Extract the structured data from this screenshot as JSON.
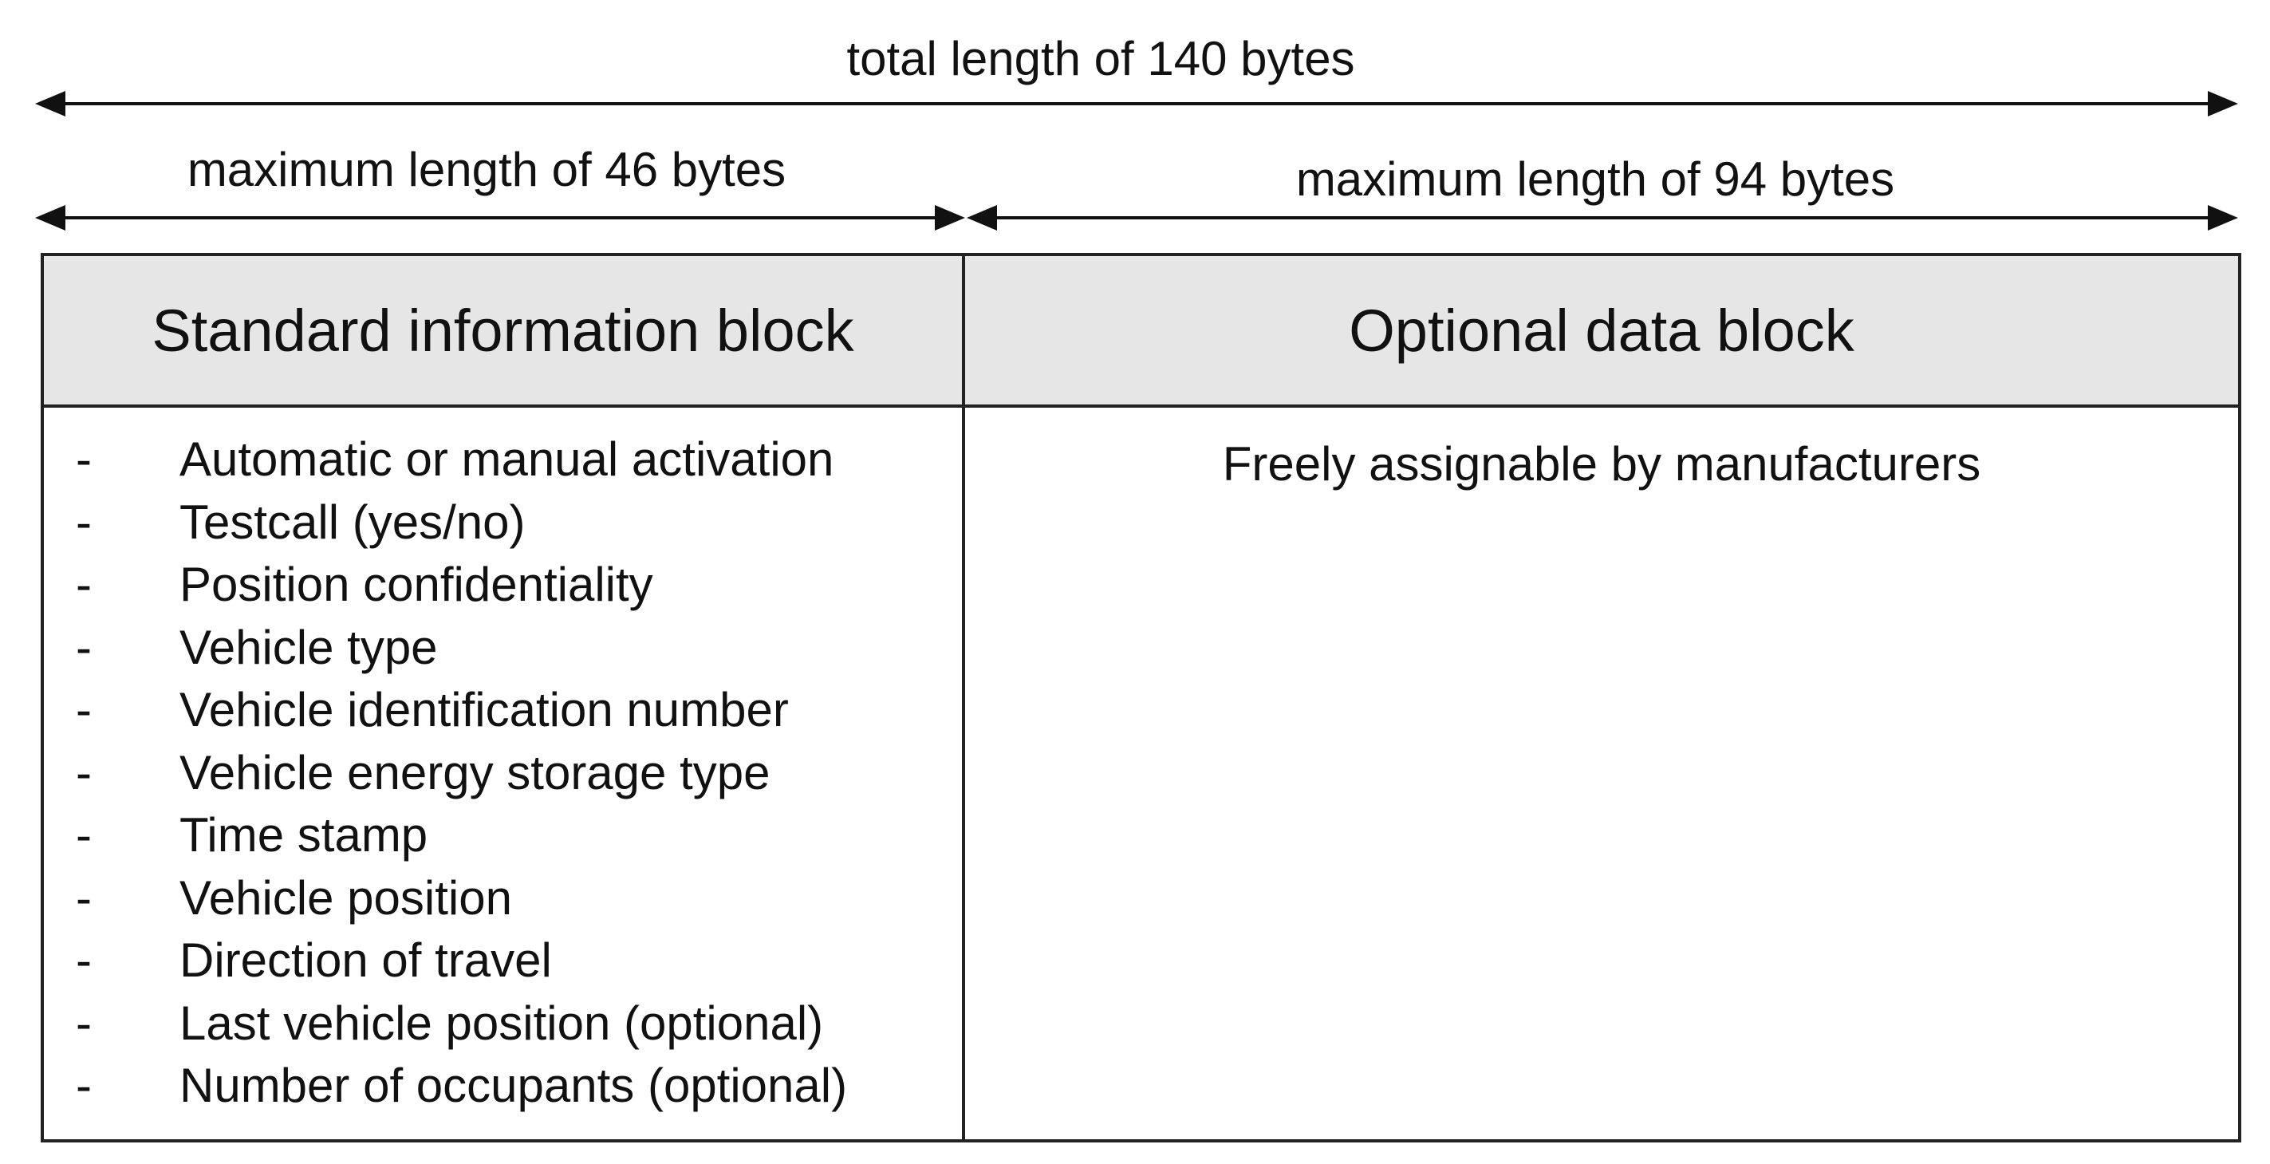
{
  "dimensions": {
    "total_label": "total length of 140 bytes",
    "left_label": "maximum length of 46 bytes",
    "right_label": "maximum length of 94 bytes"
  },
  "blocks": {
    "standard": {
      "title": "Standard information block",
      "items": [
        "Automatic or manual activation",
        "Testcall (yes/no)",
        "Position confidentiality",
        "Vehicle type",
        "Vehicle identification number",
        "Vehicle energy storage type",
        "Time stamp",
        "Vehicle position",
        "Direction of travel",
        "Last vehicle position (optional)",
        "Number of occupants (optional)"
      ]
    },
    "optional": {
      "title": "Optional data block",
      "text": "Freely assignable by manufacturers"
    }
  },
  "bullet": "-"
}
